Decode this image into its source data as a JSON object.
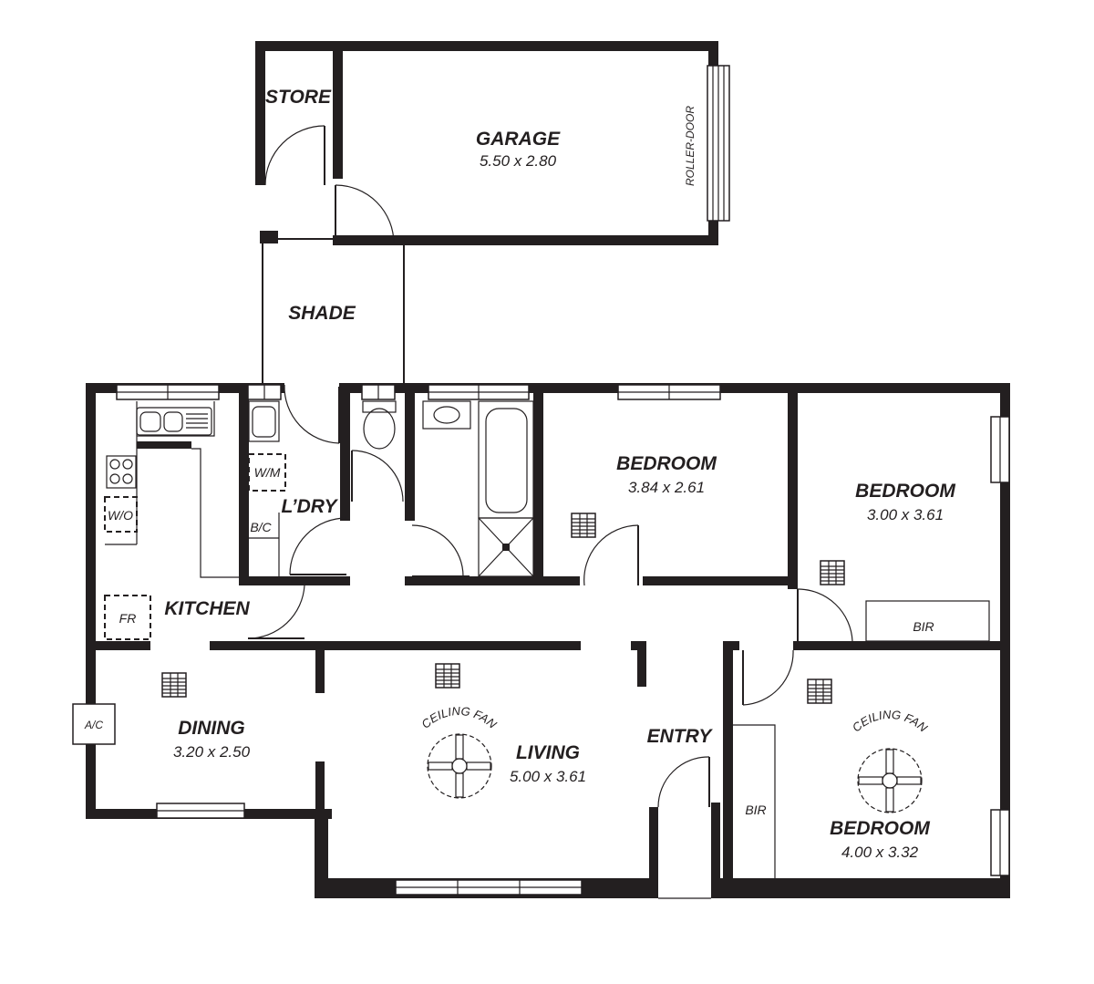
{
  "rooms": {
    "store": {
      "name": "STORE"
    },
    "garage": {
      "name": "GARAGE",
      "size": "5.50 x 2.80"
    },
    "shade": {
      "name": "SHADE"
    },
    "laundry": {
      "name": "L’DRY"
    },
    "kitchen": {
      "name": "KITCHEN"
    },
    "dining": {
      "name": "DINING",
      "size": "3.20 x 2.50"
    },
    "living": {
      "name": "LIVING",
      "size": "5.00 x 3.61"
    },
    "entry": {
      "name": "ENTRY"
    },
    "bedroom_1": {
      "name": "BEDROOM",
      "size": "3.84 x 2.61"
    },
    "bedroom_2": {
      "name": "BEDROOM",
      "size": "3.00 x 3.61"
    },
    "bedroom_3": {
      "name": "BEDROOM",
      "size": "4.00 x 3.32"
    }
  },
  "labels": {
    "roller_door": "ROLLER-DOOR",
    "washing_machine": "W/M",
    "broom_cupboard": "B/C",
    "wall_oven": "W/O",
    "fridge": "FR",
    "air_conditioner": "A/C",
    "bir_1": "BIR",
    "bir_2": "BIR",
    "ceiling_fan_1": "CEILING FAN",
    "ceiling_fan_2": "CEILING FAN"
  }
}
